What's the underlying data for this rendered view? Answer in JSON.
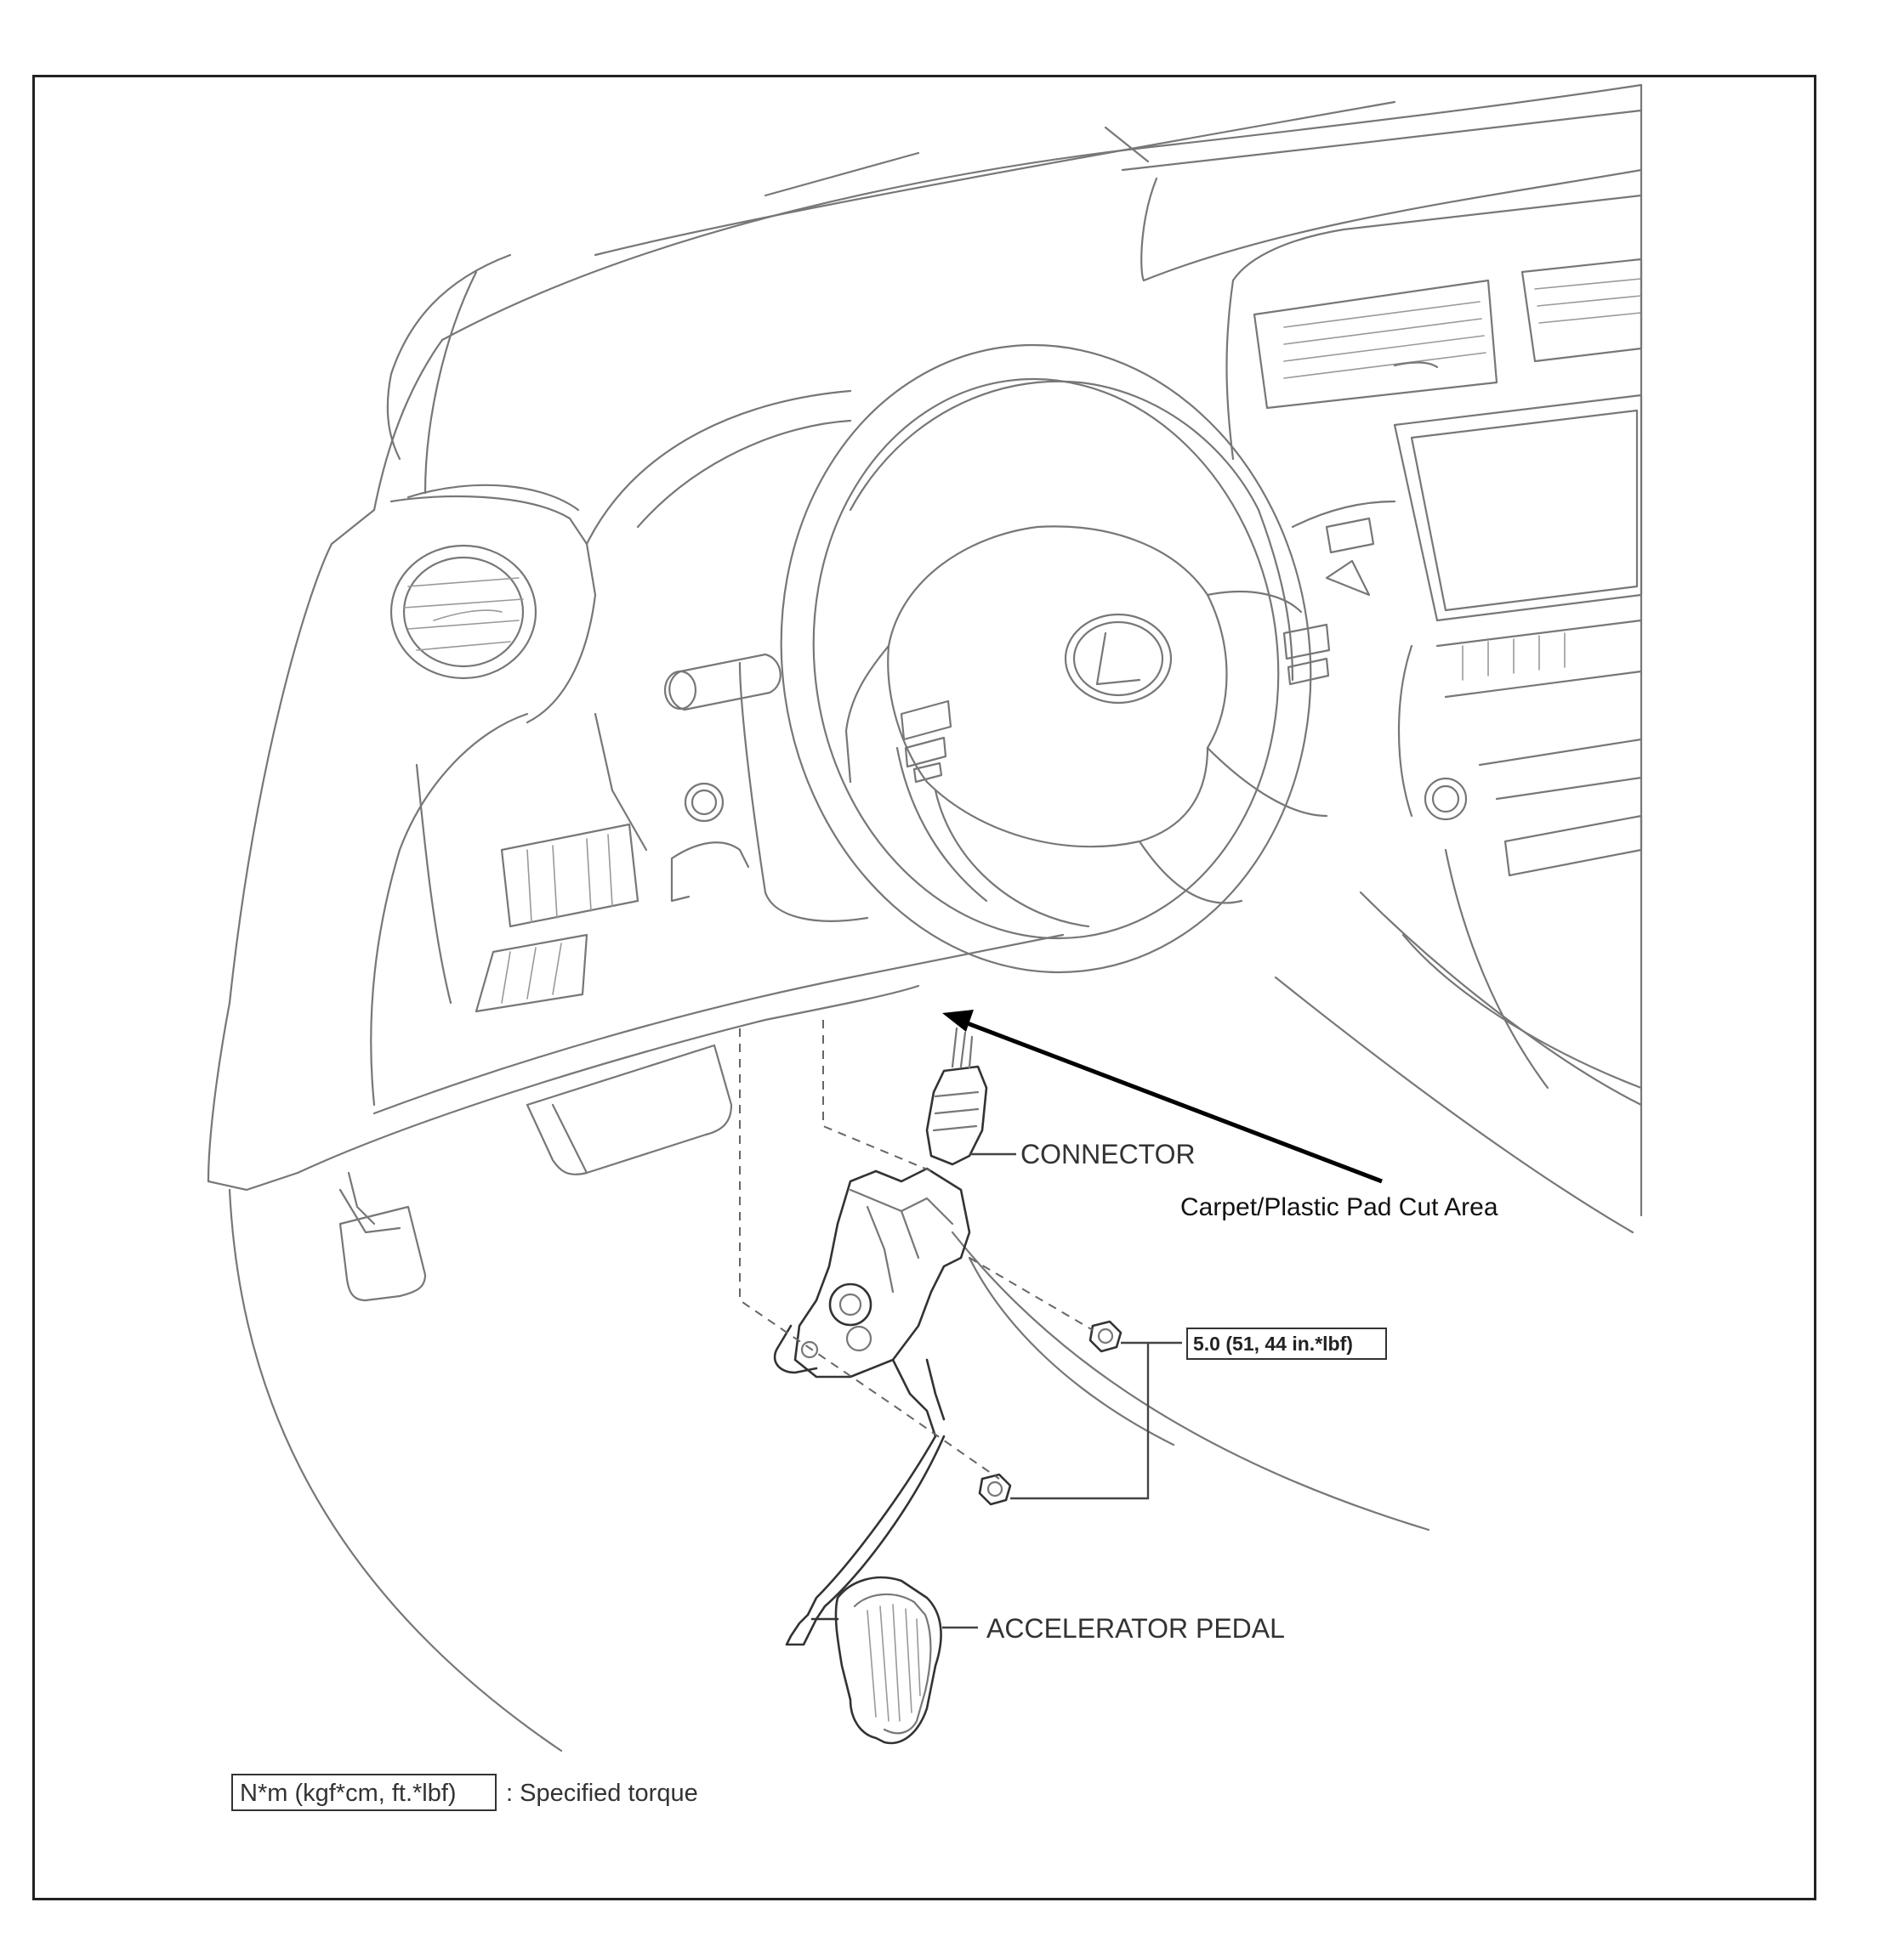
{
  "labels": {
    "connector": "CONNECTOR",
    "carpet_cut_area": "Carpet/Plastic Pad Cut Area",
    "torque_value": "5.0 (51, 44 in.*lbf)",
    "accelerator_pedal": "ACCELERATOR PEDAL",
    "legend_unit": "N*m (kgf*cm, ft.*lbf)",
    "legend_text": ": Specified torque"
  },
  "colors": {
    "line": "#777777",
    "ink": "#333333",
    "arrow": "#000000"
  }
}
